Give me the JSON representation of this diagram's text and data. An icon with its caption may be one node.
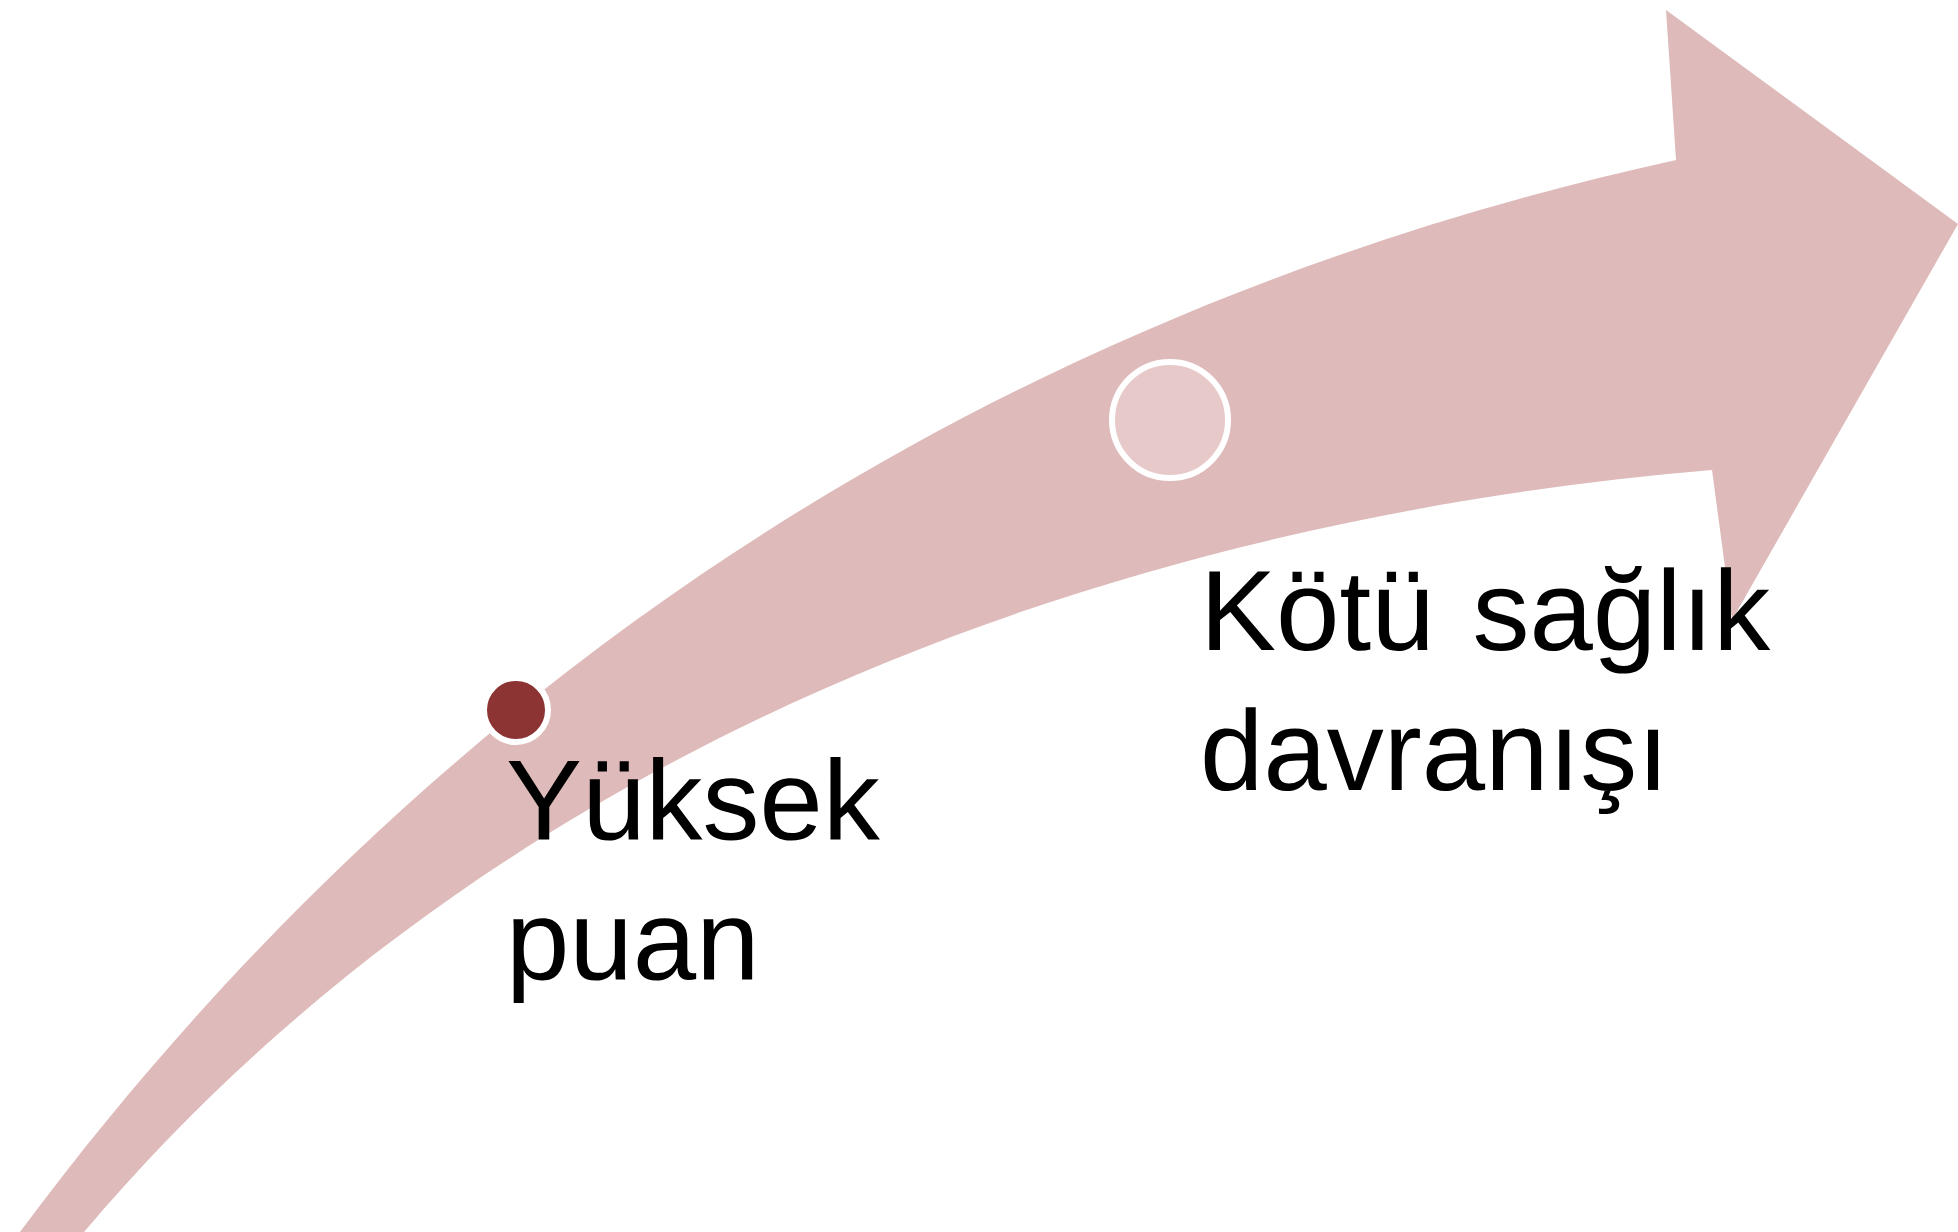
{
  "diagram": {
    "nodes": [
      {
        "text": [],
        "shape": "circle",
        "beside": [
          "Yüksek puan"
        ]
      },
      {
        "text": [],
        "shape": "circle",
        "beside": [
          "Kötü sağlık davranışı"
        ]
      }
    ]
  }
}
